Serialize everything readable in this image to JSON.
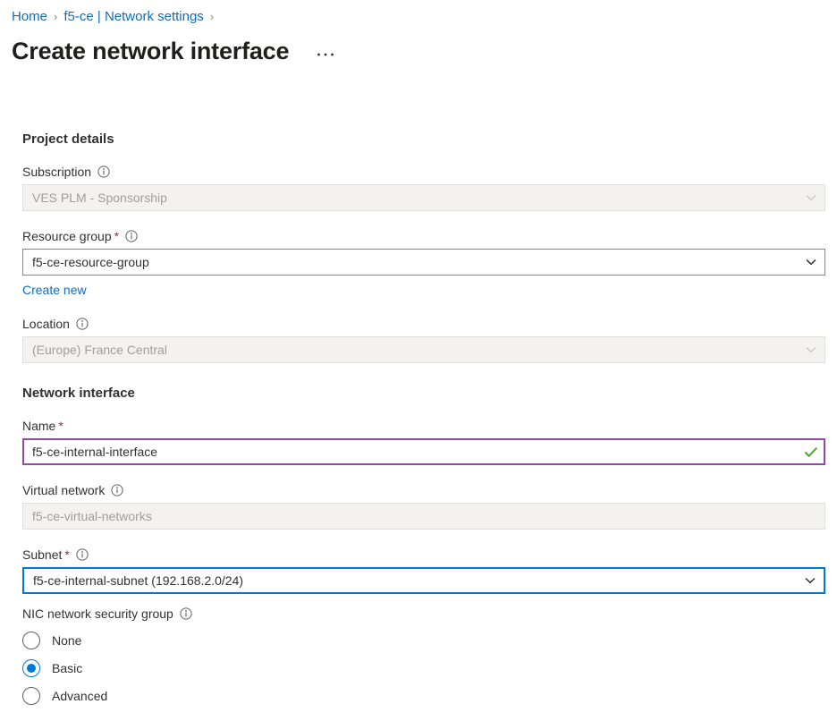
{
  "breadcrumb": {
    "items": [
      {
        "label": "Home"
      },
      {
        "label": "f5-ce | Network settings"
      }
    ],
    "separator": "›"
  },
  "header": {
    "title": "Create network interface",
    "more_label": "•••",
    "more_icon": "ellipsis-icon"
  },
  "sections": {
    "project_details": {
      "heading": "Project details",
      "subscription": {
        "label": "Subscription",
        "value": "VES PLM - Sponsorship",
        "disabled": true,
        "info_icon": "info-icon",
        "chevron_icon": "chevron-down-icon"
      },
      "resource_group": {
        "label": "Resource group",
        "required_marker": "*",
        "value": "f5-ce-resource-group",
        "disabled": false,
        "info_icon": "info-icon",
        "chevron_icon": "chevron-down-icon",
        "create_new_label": "Create new"
      },
      "location": {
        "label": "Location",
        "value": "(Europe) France Central",
        "disabled": true,
        "info_icon": "info-icon",
        "chevron_icon": "chevron-down-icon"
      }
    },
    "network_interface": {
      "heading": "Network interface",
      "name": {
        "label": "Name",
        "required_marker": "*",
        "value": "f5-ce-internal-interface",
        "state": "validated",
        "valid_icon": "checkmark-icon"
      },
      "virtual_network": {
        "label": "Virtual network",
        "value": "f5-ce-virtual-networks",
        "disabled": true,
        "info_icon": "info-icon"
      },
      "subnet": {
        "label": "Subnet",
        "required_marker": "*",
        "value": "f5-ce-internal-subnet (192.168.2.0/24)",
        "state": "focused",
        "info_icon": "info-icon",
        "chevron_icon": "chevron-down-icon"
      },
      "nic_nsg": {
        "label": "NIC network security group",
        "info_icon": "info-icon",
        "options": [
          {
            "label": "None",
            "selected": false
          },
          {
            "label": "Basic",
            "selected": true
          },
          {
            "label": "Advanced",
            "selected": false
          }
        ]
      }
    }
  },
  "colors": {
    "link": "#0f6cbd",
    "accent": "#0078d4",
    "required": "#a4262c",
    "validated_border": "#8f4ba0",
    "valid_check": "#49a12b",
    "disabled_bg": "#f3f2f1",
    "text": "#323130"
  }
}
